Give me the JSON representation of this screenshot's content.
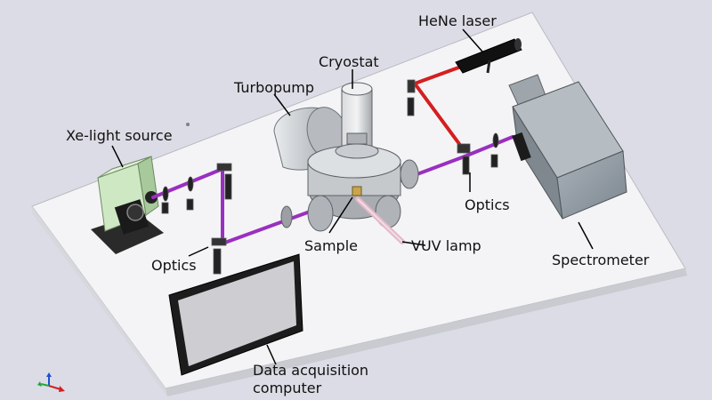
{
  "labels": {
    "hene_laser": "HeNe laser",
    "cryostat": "Cryostat",
    "turbopump": "Turbopump",
    "xe_light_source": "Xe-light source",
    "optics_right": "Optics",
    "optics_left": "Optics",
    "sample": "Sample",
    "vuv_lamp": "VUV lamp",
    "spectrometer": "Spectrometer",
    "data_acq_line1": "Data acquisition",
    "data_acq_line2": "computer"
  },
  "colors": {
    "background": "#dcdce6",
    "table": "#f4f4f6",
    "uv_beam": "#9a2fc0",
    "laser_beam": "#d41f1f",
    "xe_housing": "#cfe8c4",
    "spectrometer_body": "#8f9aa3",
    "chamber": "#bfc3c7",
    "monitor_frame": "#1c1c1c",
    "monitor_screen": "#cdcdd2"
  },
  "icons": [
    "axis-triad-icon"
  ]
}
